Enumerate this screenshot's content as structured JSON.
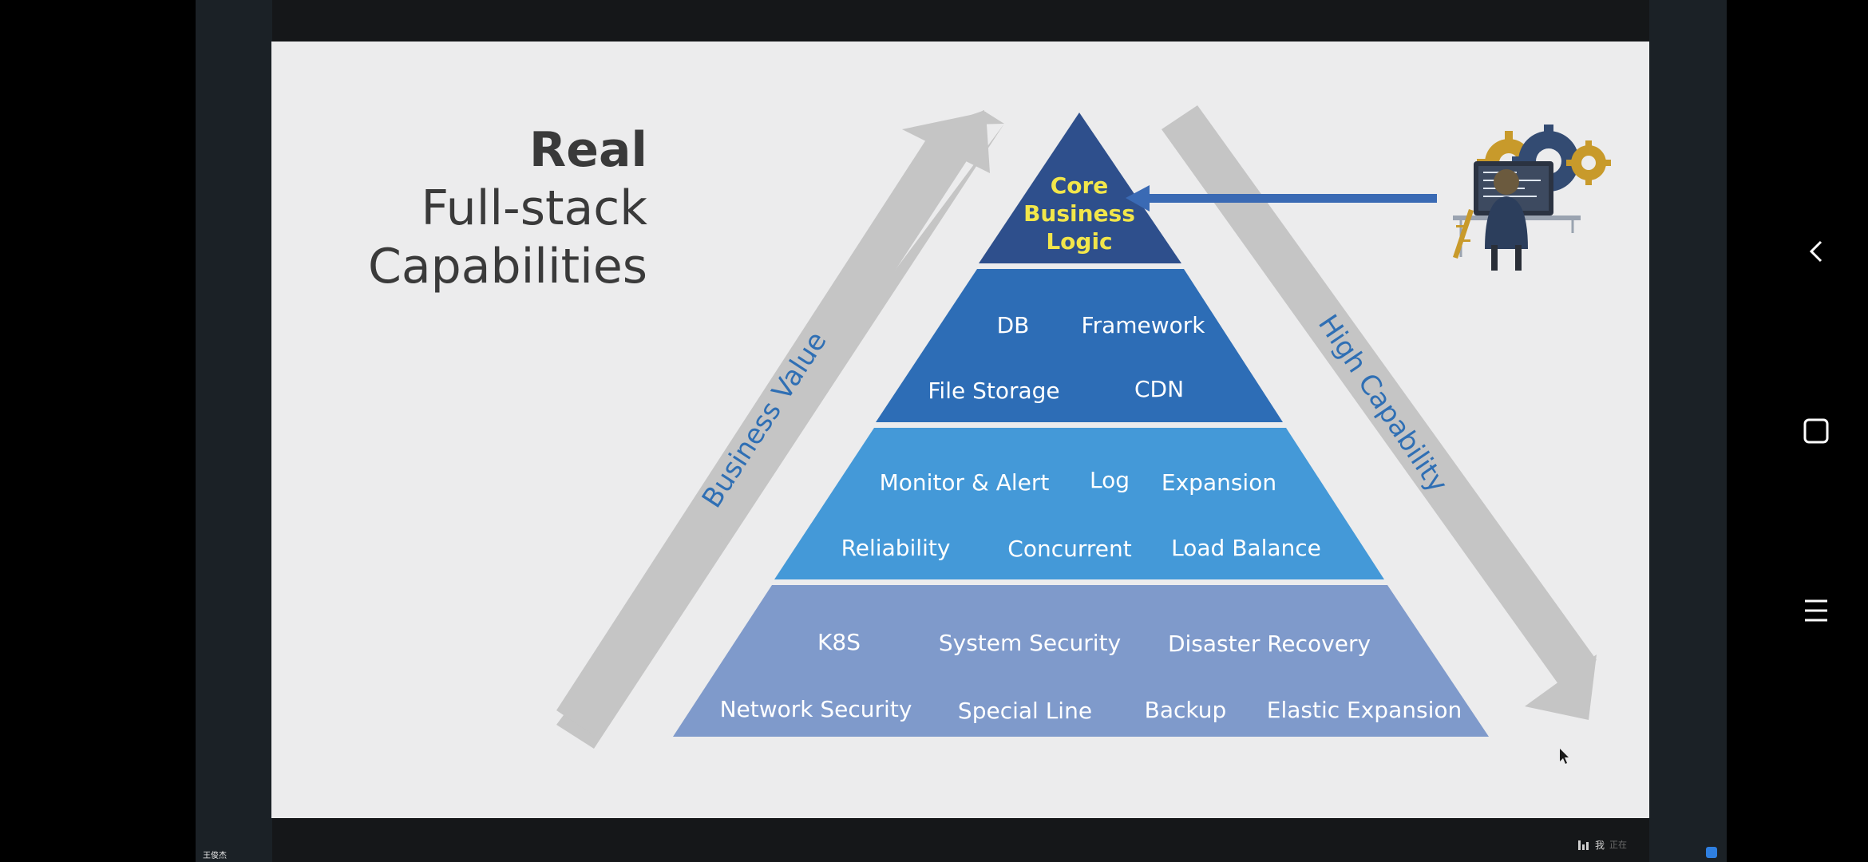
{
  "slide": {
    "title_bold": "Real",
    "title_line2": "Full-stack",
    "title_line3": "Capabilities",
    "left_arrow_label": "Business Value",
    "right_arrow_label": "High Capability",
    "pyramid": {
      "tier1": [
        "Core",
        "Business",
        "Logic"
      ],
      "tier2": [
        "DB",
        "Framework",
        "File Storage",
        "CDN"
      ],
      "tier3": [
        "Monitor & Alert",
        "Log",
        "Expansion",
        "Reliability",
        "Concurrent",
        "Load Balance"
      ],
      "tier4": [
        "K8S",
        "System Security",
        "Disaster Recovery",
        "Network Security",
        "Special Line",
        "Backup",
        "Elastic Expansion"
      ]
    },
    "colors": {
      "tier1": "#2e4f8c",
      "tier2": "#2d6db6",
      "tier3": "#4499d8",
      "tier4": "#7f9acb",
      "arrows": "#c5c5c5",
      "pointer_arrow": "#3a6ab4",
      "core_text": "#f2e64a"
    },
    "illustration": "developer-with-gears-icon"
  },
  "meeting": {
    "speaker_name": "王俊杰",
    "status_text": "我",
    "status_muted": "正在"
  },
  "nav": {
    "back": "back-icon",
    "home": "home-icon",
    "menu": "menu-icon"
  }
}
